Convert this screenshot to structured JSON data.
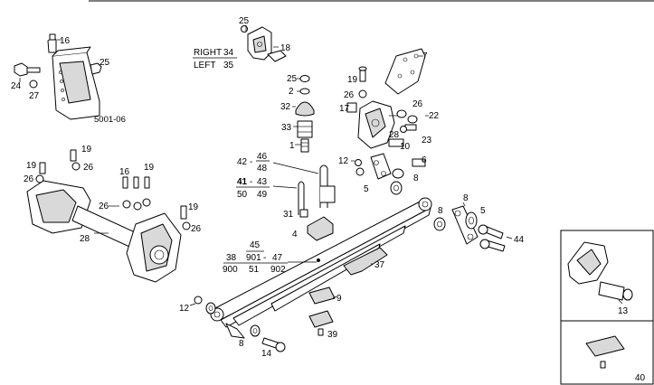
{
  "diagram": {
    "frame_labels": {
      "right": "RIGHT",
      "right_num": "34",
      "left": "LEFT",
      "left_num": "35",
      "subassembly_code": "5001-06"
    },
    "callouts": [
      "16",
      "24",
      "27",
      "25",
      "25",
      "18",
      "7",
      "19",
      "26",
      "25",
      "2",
      "32",
      "33",
      "1",
      "17",
      "26",
      "22",
      "28",
      "23",
      "10",
      "12",
      "6",
      "5",
      "8",
      "19",
      "19",
      "26",
      "26",
      "16",
      "19",
      "26",
      "19",
      "26",
      "28",
      "31",
      "4",
      "8",
      "5",
      "44",
      "12",
      "8",
      "14",
      "9",
      "39",
      "37",
      "13",
      "40"
    ],
    "fractions": {
      "f42": "42",
      "f46": "46",
      "f48": "48",
      "f41": "41",
      "f43": "43",
      "f50": "50",
      "f49": "49",
      "f45": "45",
      "f38": "38",
      "f901": "901",
      "f47": "47",
      "f900": "900",
      "f51": "51",
      "f902": "902",
      "dash": "-"
    }
  }
}
